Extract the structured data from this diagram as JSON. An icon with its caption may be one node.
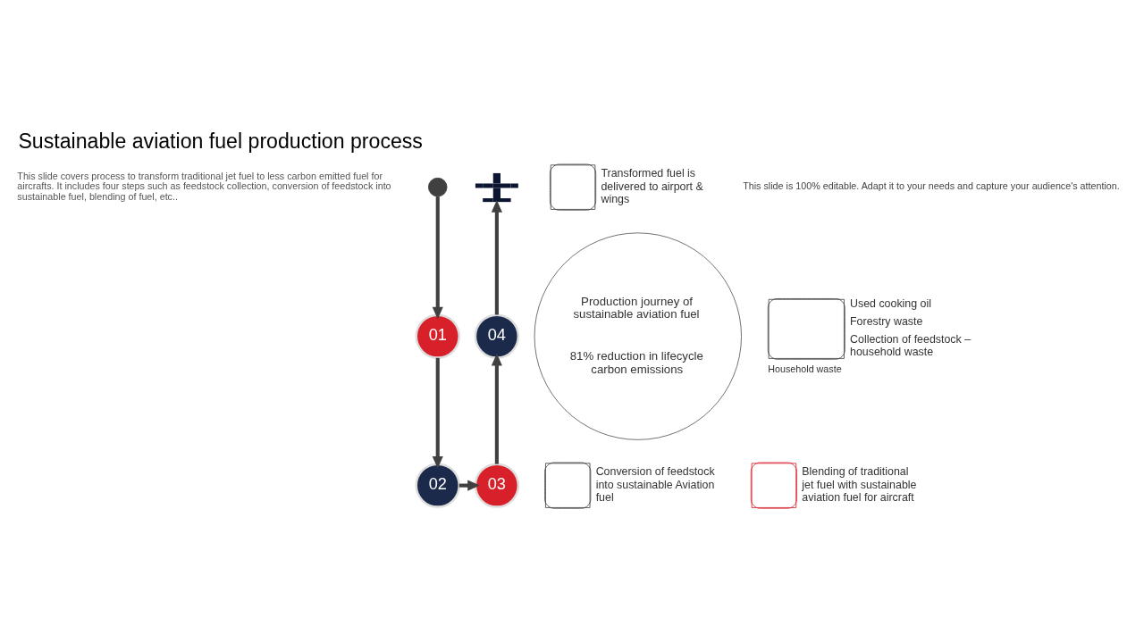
{
  "diagram": {
    "title": "Sustainable aviation fuel production process",
    "caption": "This slide is 100% editable. Adapt it to your needs and capture your audience's attention.",
    "nodes": [
      {
        "text": [],
        "shape": "circle"
      },
      {
        "text": [
          "01"
        ]
      },
      {
        "text": [
          "02"
        ]
      },
      {
        "text": [
          "03"
        ]
      },
      {
        "text": [
          "04"
        ]
      },
      {
        "text": [],
        "shape": "picture"
      },
      {
        "text": [
          "Production journey of sustainable aviation fuel",
          "81% reduction in lifecycle carbon emissions"
        ]
      },
      {
        "text": [
          "Household waste"
        ],
        "beside": [
          "Used cooking oil",
          "Forestry waste",
          "Collection of feedstock – household waste"
        ]
      },
      {
        "text": [],
        "shape": "box",
        "beside": [
          "Conversion of feedstock into sustainable Aviation fuel"
        ]
      },
      {
        "text": [],
        "shape": "box",
        "beside": [
          "Blending of traditional jet fuel with sustainable aviation fuel for aircraft"
        ]
      },
      {
        "text": [],
        "shape": "box",
        "beside": [
          "Transformed fuel is delivered to airport & wings"
        ]
      }
    ],
    "edges": [
      {
        "from": 0,
        "to": 1,
        "arrow": "to"
      },
      {
        "from": 1,
        "to": 2,
        "arrow": "to"
      },
      {
        "from": 2,
        "to": 3,
        "arrow": "to"
      },
      {
        "from": 3,
        "to": 4,
        "arrow": "to"
      },
      {
        "from": 4,
        "to": 5,
        "arrow": "to"
      }
    ],
    "labels": [
      "This slide covers process to transform traditional jet fuel to less carbon emitted fuel for aircrafts. It includes four steps such as feedstock collection, conversion of feedstock into sustainable fuel, blending of fuel, etc.."
    ]
  }
}
